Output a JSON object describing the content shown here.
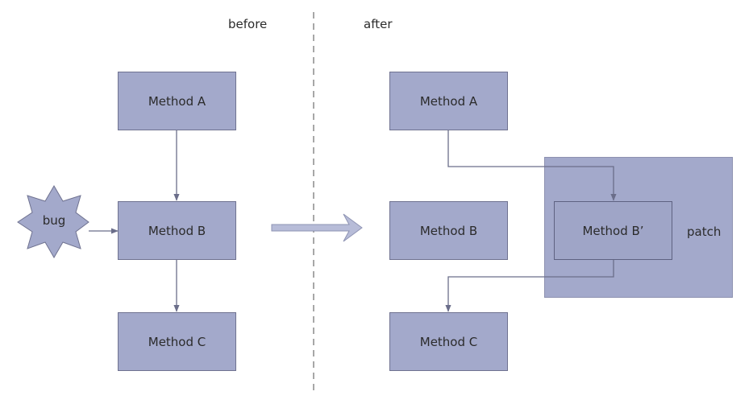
{
  "headers": {
    "before": "before",
    "after": "after"
  },
  "before": {
    "method_a": "Method A",
    "method_b": "Method B",
    "method_c": "Method C",
    "bug": "bug"
  },
  "after": {
    "method_a": "Method A",
    "method_b": "Method B",
    "method_c": "Method C",
    "method_b_prime": "Method B’",
    "patch": "patch"
  },
  "colors": {
    "box_fill": "#a3a9cb",
    "box_border": "#6f7290",
    "connector": "#6b6e8a",
    "transition_arrow": "#b7bcd8",
    "divider": "#8a8a8a"
  }
}
